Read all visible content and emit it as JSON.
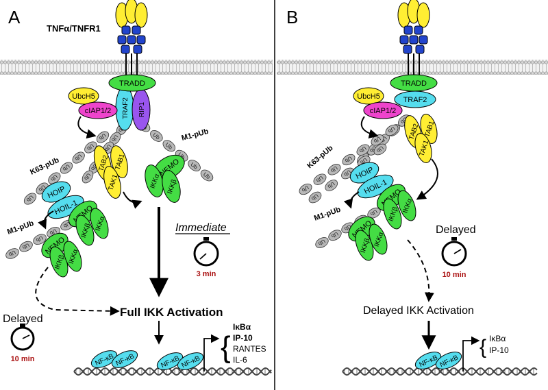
{
  "panels": [
    {
      "letter": "A"
    },
    {
      "letter": "B"
    }
  ],
  "receptor_label": "TNFα/TNFR1",
  "proteins": {
    "tradd": "TRADD",
    "traf2": "TRAF2",
    "rip1": "RIP1",
    "ubch5": "UbcH5",
    "ciap": "cIAP1/2",
    "tab2": "TAB2",
    "tab1": "TAB1",
    "tak1": "TAK1",
    "nemo": "NEMO",
    "ikka": "IKKα",
    "ikkb": "IKKβ",
    "hoip": "HOIP",
    "hoil": "HOIL-1",
    "nfkb": "NF-κB",
    "ub": "Ub"
  },
  "chains": {
    "k63": "K63-pUb",
    "m1": "M1-pUb"
  },
  "timers": {
    "immediate": "Immediate",
    "delayed": "Delayed",
    "t3": "3 min",
    "t10": "10 min"
  },
  "activation": {
    "full": "Full IKK Activation",
    "delayed": "Delayed IKK Activation"
  },
  "genes_a": [
    "IκBα",
    "IP-10",
    "RANTES",
    "IL-6"
  ],
  "genes_b": [
    "IκBα",
    "IP-10"
  ],
  "colors": {
    "green": "#44dd44",
    "cyan": "#55ddee",
    "yellow": "#ffee33",
    "magenta": "#ee44cc",
    "purple": "#9955ee",
    "blue": "#2244cc",
    "ub_gray": "#b8b8b8",
    "timer_red": "#aa1111"
  }
}
